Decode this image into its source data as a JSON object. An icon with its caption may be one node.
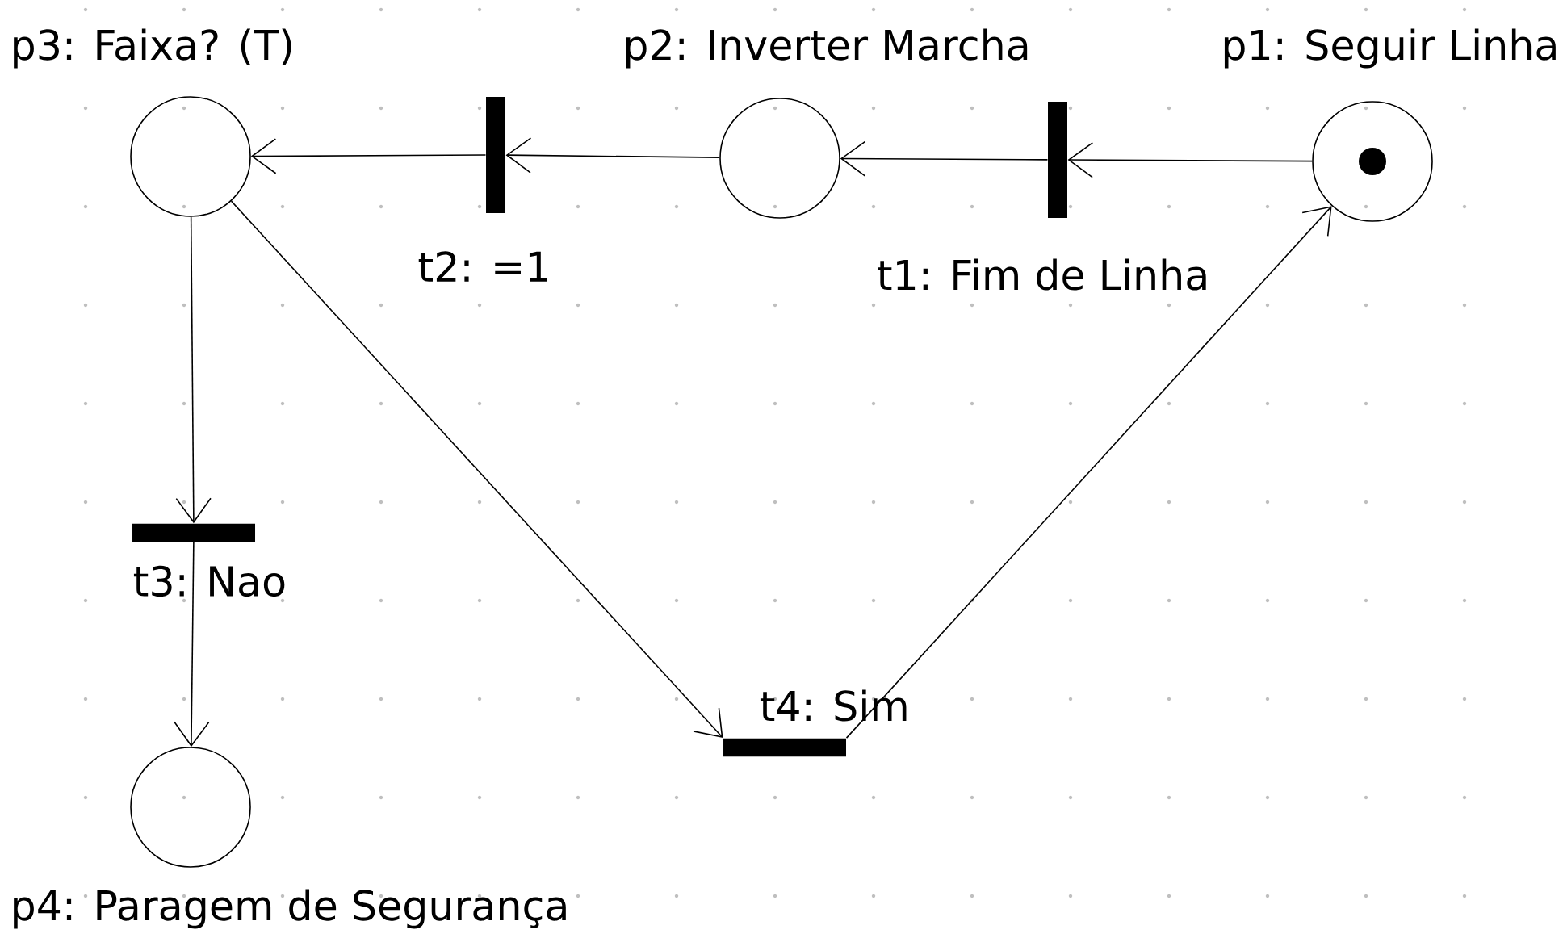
{
  "diagram": {
    "nodes": [
      {
        "text": [
          "p1: Seguir Linha"
        ]
      },
      {
        "text": [
          "t1: Fim de Linha"
        ]
      },
      {
        "text": [
          "p2: Inverter Marcha"
        ]
      },
      {
        "text": [
          "t2: =1"
        ]
      },
      {
        "text": [
          "p3: Faixa? (T)"
        ]
      },
      {
        "text": [
          "t3: Nao"
        ]
      },
      {
        "text": [
          "t4: Sim"
        ]
      },
      {
        "text": [
          "p4: Paragem de Segurança"
        ]
      }
    ],
    "edges": [
      {
        "from": 0,
        "to": 1,
        "arrow": "to"
      },
      {
        "from": 1,
        "to": 2,
        "arrow": "to"
      },
      {
        "from": 2,
        "to": 3,
        "arrow": "to"
      },
      {
        "from": 3,
        "to": 4,
        "arrow": "to"
      },
      {
        "from": 4,
        "to": 5,
        "arrow": "to"
      },
      {
        "from": 5,
        "to": 7,
        "arrow": "to"
      },
      {
        "from": 4,
        "to": 6,
        "arrow": "to"
      },
      {
        "from": 6,
        "to": 0,
        "arrow": "to"
      }
    ]
  }
}
